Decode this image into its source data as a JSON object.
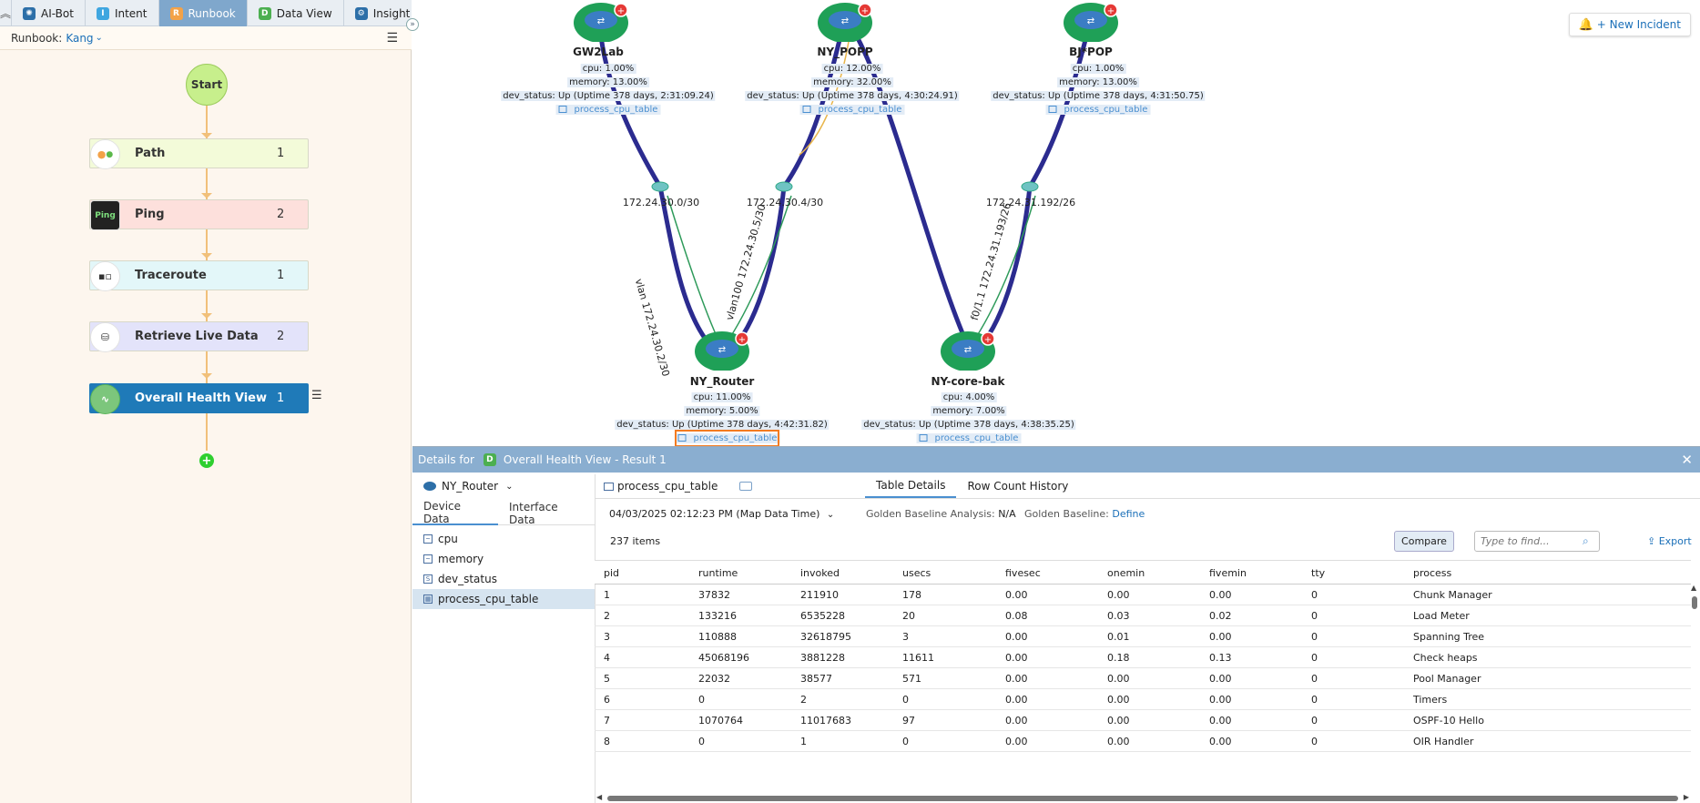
{
  "tabs": [
    {
      "label": "AI-Bot",
      "icon": "ai-bot-icon",
      "color": "#2d6fa8"
    },
    {
      "label": "Intent",
      "icon": "intent-icon",
      "color": "#3fa6e0"
    },
    {
      "label": "Runbook",
      "icon": "runbook-icon",
      "color": "#f3a248",
      "active": true
    },
    {
      "label": "Data View",
      "icon": "data-view-icon",
      "color": "#4caf50"
    },
    {
      "label": "Insight",
      "icon": "insight-icon",
      "color": "#2d6fa8"
    }
  ],
  "runbook": {
    "prefix": "Runbook:",
    "name": "Kang"
  },
  "flow": {
    "start_label": "Start",
    "steps": [
      {
        "label": "Path",
        "count": "1",
        "bg": "#f3fbd9",
        "icon": "path-icon",
        "icon_text": ""
      },
      {
        "label": "Ping",
        "count": "2",
        "bg": "#fde0dc",
        "icon": "ping-icon",
        "icon_text": "Ping"
      },
      {
        "label": "Traceroute",
        "count": "1",
        "bg": "#e3f7f9",
        "icon": "traceroute-icon",
        "icon_text": ""
      },
      {
        "label": "Retrieve Live Data",
        "count": "2",
        "bg": "#e3e3fa",
        "icon": "retrieve-live-data-icon",
        "icon_text": ""
      },
      {
        "label": "Overall Health View",
        "count": "1",
        "bg": "#1f7ab8",
        "icon": "health-view-icon",
        "icon_text": "",
        "active": true
      }
    ]
  },
  "map": {
    "new_incident_label": "+ New Incident",
    "devices": [
      {
        "name": "GW2Lab",
        "cpu": "cpu: 1.00%",
        "memory": "memory: 13.00%",
        "status": "dev_status: Up (Uptime 378 days, 2:31:09.24)",
        "table": "process_cpu_table"
      },
      {
        "name": "NY_POPP",
        "cpu": "cpu: 12.00%",
        "memory": "memory: 32.00%",
        "status": "dev_status: Up (Uptime 378 days, 4:30:24.91)",
        "table": "process_cpu_table"
      },
      {
        "name": "BJ*POP",
        "cpu": "cpu: 1.00%",
        "memory": "memory: 13.00%",
        "status": "dev_status: Up (Uptime 378 days, 4:31:50.75)",
        "table": "process_cpu_table"
      },
      {
        "name": "NY_Router",
        "cpu": "cpu: 11.00%",
        "memory": "memory: 5.00%",
        "status": "dev_status: Up (Uptime 378 days, 4:42:31.82)",
        "table": "process_cpu_table"
      },
      {
        "name": "NY-core-bak",
        "cpu": "cpu: 4.00%",
        "memory": "memory: 7.00%",
        "status": "dev_status: Up (Uptime 378 days, 4:38:35.25)",
        "table": "process_cpu_table"
      }
    ],
    "subnets": [
      "172.24.30.0/30",
      "172.24.30.4/30",
      "172.24.31.192/26"
    ],
    "interfaces": [
      "vlan 172.24.30.2/30",
      "vlan100 172.24.30.5/30",
      "f0/1.1 172.24.31.193/26"
    ]
  },
  "details": {
    "header_prefix": "Details for",
    "header_badge": "D",
    "header_title": "Overall Health View - Result 1",
    "device": "NY_Router",
    "side_tabs": [
      "Device Data",
      "Interface Data"
    ],
    "side_items": [
      {
        "label": "cpu",
        "icon": "metric-icon"
      },
      {
        "label": "memory",
        "icon": "metric-icon"
      },
      {
        "label": "dev_status",
        "icon": "string-icon"
      },
      {
        "label": "process_cpu_table",
        "icon": "table-icon",
        "active": true
      }
    ],
    "table_title": "process_cpu_table",
    "view_tabs": [
      "Table Details",
      "Row Count History"
    ],
    "map_time": "04/03/2025 02:12:23 PM (Map Data Time)",
    "baseline_analysis_label": "Golden Baseline Analysis:",
    "baseline_analysis_value": "N/A",
    "golden_baseline_label": "Golden Baseline:",
    "golden_baseline_link": "Define",
    "item_count": "237 items",
    "compare_label": "Compare",
    "find_placeholder": "Type to find...",
    "export_label": "Export",
    "columns": [
      "pid",
      "runtime",
      "invoked",
      "usecs",
      "fivesec",
      "onemin",
      "fivemin",
      "tty",
      "process"
    ],
    "rows": [
      [
        "1",
        "37832",
        "211910",
        "178",
        "0.00",
        "0.00",
        "0.00",
        "0",
        "Chunk Manager"
      ],
      [
        "2",
        "133216",
        "6535228",
        "20",
        "0.08",
        "0.03",
        "0.02",
        "0",
        "Load Meter"
      ],
      [
        "3",
        "110888",
        "32618795",
        "3",
        "0.00",
        "0.01",
        "0.00",
        "0",
        "Spanning Tree"
      ],
      [
        "4",
        "45068196",
        "3881228",
        "11611",
        "0.00",
        "0.18",
        "0.13",
        "0",
        "Check heaps"
      ],
      [
        "5",
        "22032",
        "38577",
        "571",
        "0.00",
        "0.00",
        "0.00",
        "0",
        "Pool Manager"
      ],
      [
        "6",
        "0",
        "2",
        "0",
        "0.00",
        "0.00",
        "0.00",
        "0",
        "Timers"
      ],
      [
        "7",
        "1070764",
        "11017683",
        "97",
        "0.00",
        "0.00",
        "0.00",
        "0",
        "OSPF-10 Hello"
      ],
      [
        "8",
        "0",
        "1",
        "0",
        "0.00",
        "0.00",
        "0.00",
        "0",
        "OIR Handler"
      ]
    ]
  }
}
